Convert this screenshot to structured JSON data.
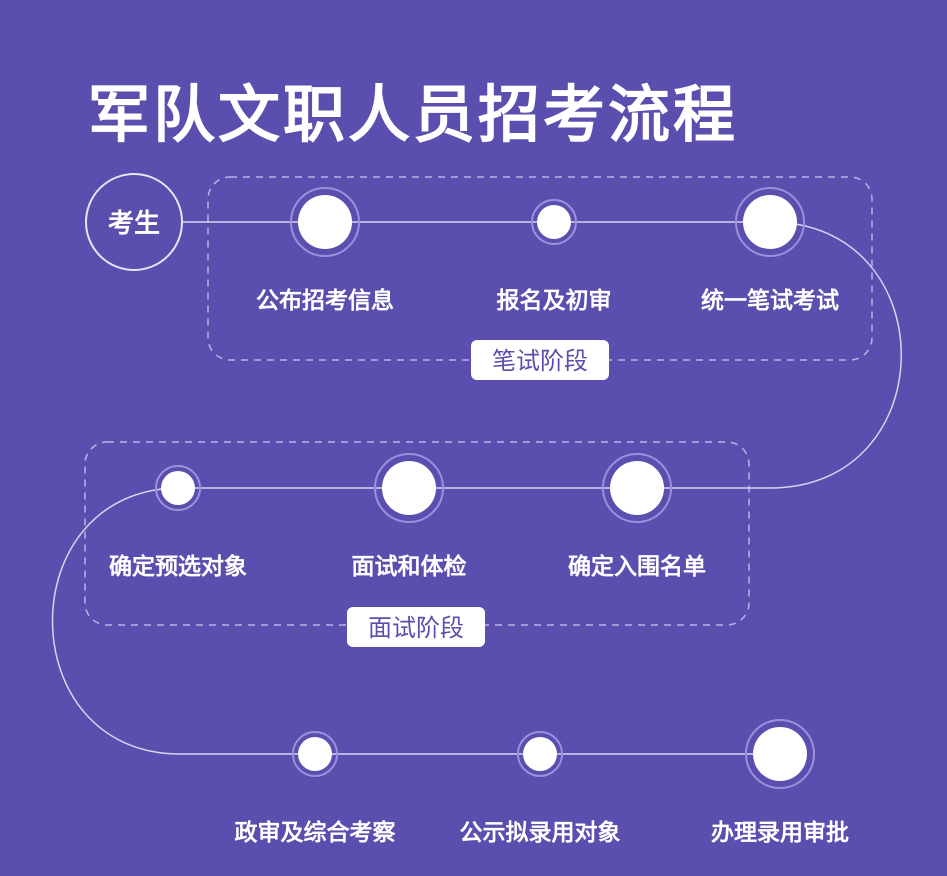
{
  "title": "军队文职人员招考流程",
  "start_label": "考生",
  "stages": [
    {
      "label": "笔试阶段",
      "steps": [
        "公布招考信息",
        "报名及初审",
        "统一笔试考试"
      ]
    },
    {
      "label": "面试阶段",
      "steps": [
        "确定预选对象",
        "面试和体检",
        "确定入围名单"
      ]
    },
    {
      "label": "",
      "steps": [
        "政审及综合考察",
        "公示拟录用对象",
        "办理录用审批"
      ]
    }
  ],
  "colors": {
    "background": "#5a4fae",
    "line": "#d8d5f0",
    "node": "#ffffff",
    "text": "#ffffff",
    "stage_tag_text": "#5a4fae"
  }
}
